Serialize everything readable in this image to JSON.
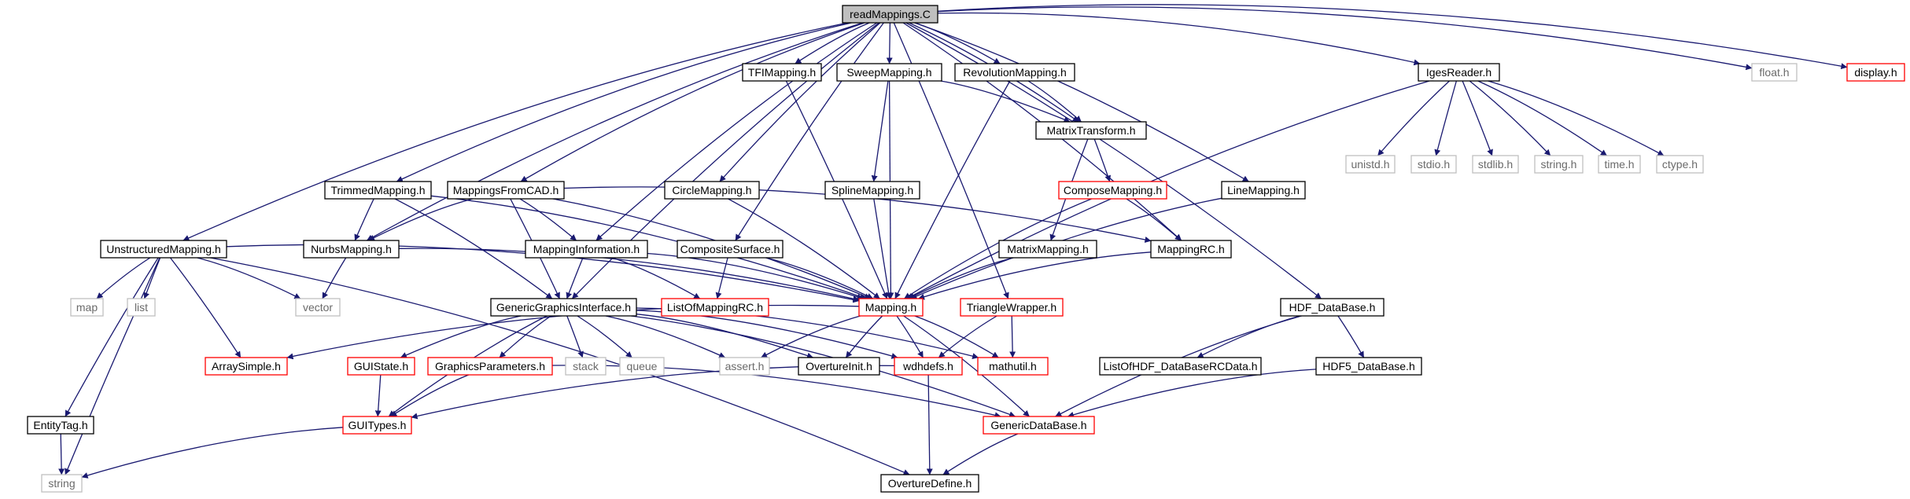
{
  "graph": {
    "root": "readMappings.C",
    "colors": {
      "edge": "#191970",
      "border_normal": "#000000",
      "border_truncated": "#ff0000",
      "border_external": "#bfbfbf",
      "root_fill": "#bfbfbf",
      "text_normal": "#000000",
      "text_external": "#6a6a6a"
    },
    "nodes": [
      {
        "id": "readMappings.C",
        "label": "readMappings.C",
        "style": "root"
      },
      {
        "id": "TFIMapping.h",
        "label": "TFIMapping.h",
        "style": "normal"
      },
      {
        "id": "SweepMapping.h",
        "label": "SweepMapping.h",
        "style": "normal"
      },
      {
        "id": "RevolutionMapping.h",
        "label": "RevolutionMapping.h",
        "style": "normal"
      },
      {
        "id": "IgesReader.h",
        "label": "IgesReader.h",
        "style": "normal"
      },
      {
        "id": "float.h",
        "label": "float.h",
        "style": "external"
      },
      {
        "id": "display.h",
        "label": "display.h",
        "style": "truncated"
      },
      {
        "id": "unistd.h",
        "label": "unistd.h",
        "style": "external"
      },
      {
        "id": "stdio.h",
        "label": "stdio.h",
        "style": "external"
      },
      {
        "id": "stdlib.h",
        "label": "stdlib.h",
        "style": "external"
      },
      {
        "id": "string.h",
        "label": "string.h",
        "style": "external"
      },
      {
        "id": "time.h",
        "label": "time.h",
        "style": "external"
      },
      {
        "id": "ctype.h",
        "label": "ctype.h",
        "style": "external"
      },
      {
        "id": "MatrixTransform.h",
        "label": "MatrixTransform.h",
        "style": "normal"
      },
      {
        "id": "TrimmedMapping.h",
        "label": "TrimmedMapping.h",
        "style": "normal"
      },
      {
        "id": "MappingsFromCAD.h",
        "label": "MappingsFromCAD.h",
        "style": "normal"
      },
      {
        "id": "CircleMapping.h",
        "label": "CircleMapping.h",
        "style": "normal"
      },
      {
        "id": "SplineMapping.h",
        "label": "SplineMapping.h",
        "style": "normal"
      },
      {
        "id": "ComposeMapping.h",
        "label": "ComposeMapping.h",
        "style": "truncated"
      },
      {
        "id": "LineMapping.h",
        "label": "LineMapping.h",
        "style": "normal"
      },
      {
        "id": "UnstructuredMapping.h",
        "label": "UnstructuredMapping.h",
        "style": "normal"
      },
      {
        "id": "NurbsMapping.h",
        "label": "NurbsMapping.h",
        "style": "normal"
      },
      {
        "id": "MappingInformation.h",
        "label": "MappingInformation.h",
        "style": "normal"
      },
      {
        "id": "CompositeSurface.h",
        "label": "CompositeSurface.h",
        "style": "normal"
      },
      {
        "id": "MatrixMapping.h",
        "label": "MatrixMapping.h",
        "style": "normal"
      },
      {
        "id": "MappingRC.h",
        "label": "MappingRC.h",
        "style": "normal"
      },
      {
        "id": "map",
        "label": "map",
        "style": "external"
      },
      {
        "id": "list",
        "label": "list",
        "style": "external"
      },
      {
        "id": "vector",
        "label": "vector",
        "style": "external"
      },
      {
        "id": "GenericGraphicsInterface.h",
        "label": "GenericGraphicsInterface.h",
        "style": "normal"
      },
      {
        "id": "ListOfMappingRC.h",
        "label": "ListOfMappingRC.h",
        "style": "truncated"
      },
      {
        "id": "Mapping.h",
        "label": "Mapping.h",
        "style": "truncated"
      },
      {
        "id": "TriangleWrapper.h",
        "label": "TriangleWrapper.h",
        "style": "truncated"
      },
      {
        "id": "HDF_DataBase.h",
        "label": "HDF_DataBase.h",
        "style": "normal"
      },
      {
        "id": "ArraySimple.h",
        "label": "ArraySimple.h",
        "style": "truncated"
      },
      {
        "id": "GUIState.h",
        "label": "GUIState.h",
        "style": "truncated"
      },
      {
        "id": "GraphicsParameters.h",
        "label": "GraphicsParameters.h",
        "style": "truncated"
      },
      {
        "id": "stack",
        "label": "stack",
        "style": "external"
      },
      {
        "id": "queue",
        "label": "queue",
        "style": "external"
      },
      {
        "id": "assert.h",
        "label": "assert.h",
        "style": "external"
      },
      {
        "id": "OvertureInit.h",
        "label": "OvertureInit.h",
        "style": "normal"
      },
      {
        "id": "wdhdefs.h",
        "label": "wdhdefs.h",
        "style": "truncated"
      },
      {
        "id": "mathutil.h",
        "label": "mathutil.h",
        "style": "truncated"
      },
      {
        "id": "ListOfHDF_DataBaseRCData.h",
        "label": "ListOfHDF_DataBaseRCData.h",
        "style": "normal"
      },
      {
        "id": "HDF5_DataBase.h",
        "label": "HDF5_DataBase.h",
        "style": "normal"
      },
      {
        "id": "EntityTag.h",
        "label": "EntityTag.h",
        "style": "normal"
      },
      {
        "id": "GUITypes.h",
        "label": "GUITypes.h",
        "style": "truncated"
      },
      {
        "id": "GenericDataBase.h",
        "label": "GenericDataBase.h",
        "style": "truncated"
      },
      {
        "id": "string",
        "label": "string",
        "style": "external"
      },
      {
        "id": "OvertureDefine.h",
        "label": "OvertureDefine.h",
        "style": "normal"
      }
    ],
    "edges": [
      [
        "readMappings.C",
        "TFIMapping.h"
      ],
      [
        "readMappings.C",
        "SweepMapping.h"
      ],
      [
        "readMappings.C",
        "RevolutionMapping.h"
      ],
      [
        "readMappings.C",
        "IgesReader.h"
      ],
      [
        "readMappings.C",
        "float.h"
      ],
      [
        "readMappings.C",
        "display.h"
      ],
      [
        "readMappings.C",
        "MatrixTransform.h"
      ],
      [
        "readMappings.C",
        "TrimmedMapping.h"
      ],
      [
        "readMappings.C",
        "MappingsFromCAD.h"
      ],
      [
        "readMappings.C",
        "CircleMapping.h"
      ],
      [
        "readMappings.C",
        "LineMapping.h"
      ],
      [
        "readMappings.C",
        "UnstructuredMapping.h"
      ],
      [
        "readMappings.C",
        "NurbsMapping.h"
      ],
      [
        "readMappings.C",
        "MappingInformation.h"
      ],
      [
        "readMappings.C",
        "CompositeSurface.h"
      ],
      [
        "readMappings.C",
        "MappingRC.h"
      ],
      [
        "readMappings.C",
        "GenericGraphicsInterface.h"
      ],
      [
        "readMappings.C",
        "HDF_DataBase.h"
      ],
      [
        "readMappings.C",
        "TriangleWrapper.h"
      ],
      [
        "TFIMapping.h",
        "Mapping.h"
      ],
      [
        "SweepMapping.h",
        "Mapping.h"
      ],
      [
        "SweepMapping.h",
        "MatrixTransform.h"
      ],
      [
        "SweepMapping.h",
        "SplineMapping.h"
      ],
      [
        "RevolutionMapping.h",
        "Mapping.h"
      ],
      [
        "RevolutionMapping.h",
        "MatrixTransform.h"
      ],
      [
        "IgesReader.h",
        "unistd.h"
      ],
      [
        "IgesReader.h",
        "stdio.h"
      ],
      [
        "IgesReader.h",
        "stdlib.h"
      ],
      [
        "IgesReader.h",
        "string.h"
      ],
      [
        "IgesReader.h",
        "time.h"
      ],
      [
        "IgesReader.h",
        "ctype.h"
      ],
      [
        "IgesReader.h",
        "Mapping.h"
      ],
      [
        "MatrixTransform.h",
        "ComposeMapping.h"
      ],
      [
        "MatrixTransform.h",
        "MatrixMapping.h"
      ],
      [
        "ComposeMapping.h",
        "MappingRC.h"
      ],
      [
        "ComposeMapping.h",
        "Mapping.h"
      ],
      [
        "TrimmedMapping.h",
        "NurbsMapping.h"
      ],
      [
        "TrimmedMapping.h",
        "Mapping.h"
      ],
      [
        "TrimmedMapping.h",
        "GenericGraphicsInterface.h"
      ],
      [
        "MappingsFromCAD.h",
        "NurbsMapping.h"
      ],
      [
        "MappingsFromCAD.h",
        "MappingInformation.h"
      ],
      [
        "MappingsFromCAD.h",
        "MappingRC.h"
      ],
      [
        "MappingsFromCAD.h",
        "Mapping.h"
      ],
      [
        "MappingsFromCAD.h",
        "GenericGraphicsInterface.h"
      ],
      [
        "CircleMapping.h",
        "Mapping.h"
      ],
      [
        "SplineMapping.h",
        "Mapping.h"
      ],
      [
        "LineMapping.h",
        "Mapping.h"
      ],
      [
        "MatrixMapping.h",
        "Mapping.h"
      ],
      [
        "MappingRC.h",
        "Mapping.h"
      ],
      [
        "UnstructuredMapping.h",
        "map"
      ],
      [
        "UnstructuredMapping.h",
        "list"
      ],
      [
        "UnstructuredMapping.h",
        "vector"
      ],
      [
        "UnstructuredMapping.h",
        "Mapping.h"
      ],
      [
        "UnstructuredMapping.h",
        "ArraySimple.h"
      ],
      [
        "UnstructuredMapping.h",
        "EntityTag.h"
      ],
      [
        "UnstructuredMapping.h",
        "string"
      ],
      [
        "UnstructuredMapping.h",
        "OvertureDefine.h"
      ],
      [
        "NurbsMapping.h",
        "vector"
      ],
      [
        "NurbsMapping.h",
        "Mapping.h"
      ],
      [
        "MappingInformation.h",
        "GenericGraphicsInterface.h"
      ],
      [
        "MappingInformation.h",
        "ListOfMappingRC.h"
      ],
      [
        "MappingInformation.h",
        "Mapping.h"
      ],
      [
        "CompositeSurface.h",
        "ListOfMappingRC.h"
      ],
      [
        "CompositeSurface.h",
        "Mapping.h"
      ],
      [
        "GenericGraphicsInterface.h",
        "GUIState.h"
      ],
      [
        "GenericGraphicsInterface.h",
        "GraphicsParameters.h"
      ],
      [
        "GenericGraphicsInterface.h",
        "stack"
      ],
      [
        "GenericGraphicsInterface.h",
        "queue"
      ],
      [
        "GenericGraphicsInterface.h",
        "assert.h"
      ],
      [
        "GenericGraphicsInterface.h",
        "OvertureInit.h"
      ],
      [
        "GenericGraphicsInterface.h",
        "wdhdefs.h"
      ],
      [
        "GenericGraphicsInterface.h",
        "mathutil.h"
      ],
      [
        "GenericGraphicsInterface.h",
        "GUITypes.h"
      ],
      [
        "GenericGraphicsInterface.h",
        "GenericDataBase.h"
      ],
      [
        "Mapping.h",
        "ArraySimple.h"
      ],
      [
        "Mapping.h",
        "assert.h"
      ],
      [
        "Mapping.h",
        "OvertureInit.h"
      ],
      [
        "Mapping.h",
        "wdhdefs.h"
      ],
      [
        "Mapping.h",
        "mathutil.h"
      ],
      [
        "Mapping.h",
        "GenericDataBase.h"
      ],
      [
        "TriangleWrapper.h",
        "wdhdefs.h"
      ],
      [
        "TriangleWrapper.h",
        "mathutil.h"
      ],
      [
        "HDF_DataBase.h",
        "ListOfHDF_DataBaseRCData.h"
      ],
      [
        "HDF_DataBase.h",
        "HDF5_DataBase.h"
      ],
      [
        "HDF_DataBase.h",
        "GenericDataBase.h"
      ],
      [
        "HDF5_DataBase.h",
        "GenericDataBase.h"
      ],
      [
        "GUIState.h",
        "GUITypes.h"
      ],
      [
        "GraphicsParameters.h",
        "GUITypes.h"
      ],
      [
        "GraphicsParameters.h",
        "GenericDataBase.h"
      ],
      [
        "wdhdefs.h",
        "GUITypes.h"
      ],
      [
        "wdhdefs.h",
        "OvertureDefine.h"
      ],
      [
        "GenericDataBase.h",
        "OvertureDefine.h"
      ],
      [
        "EntityTag.h",
        "string"
      ],
      [
        "GUITypes.h",
        "string"
      ]
    ]
  }
}
